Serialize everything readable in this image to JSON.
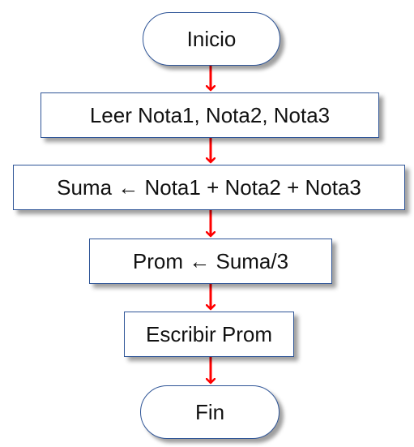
{
  "nodes": {
    "start": "Inicio",
    "read": "Leer Nota1, Nota2, Nota3",
    "sum": "Suma ← Nota1 + Nota2 + Nota3",
    "average": "Prom ← Suma/3",
    "write": "Escribir Prom",
    "end": "Fin"
  },
  "colors": {
    "box_border": "#2f5597",
    "arrow": "#ff0000",
    "text": "#111111"
  }
}
